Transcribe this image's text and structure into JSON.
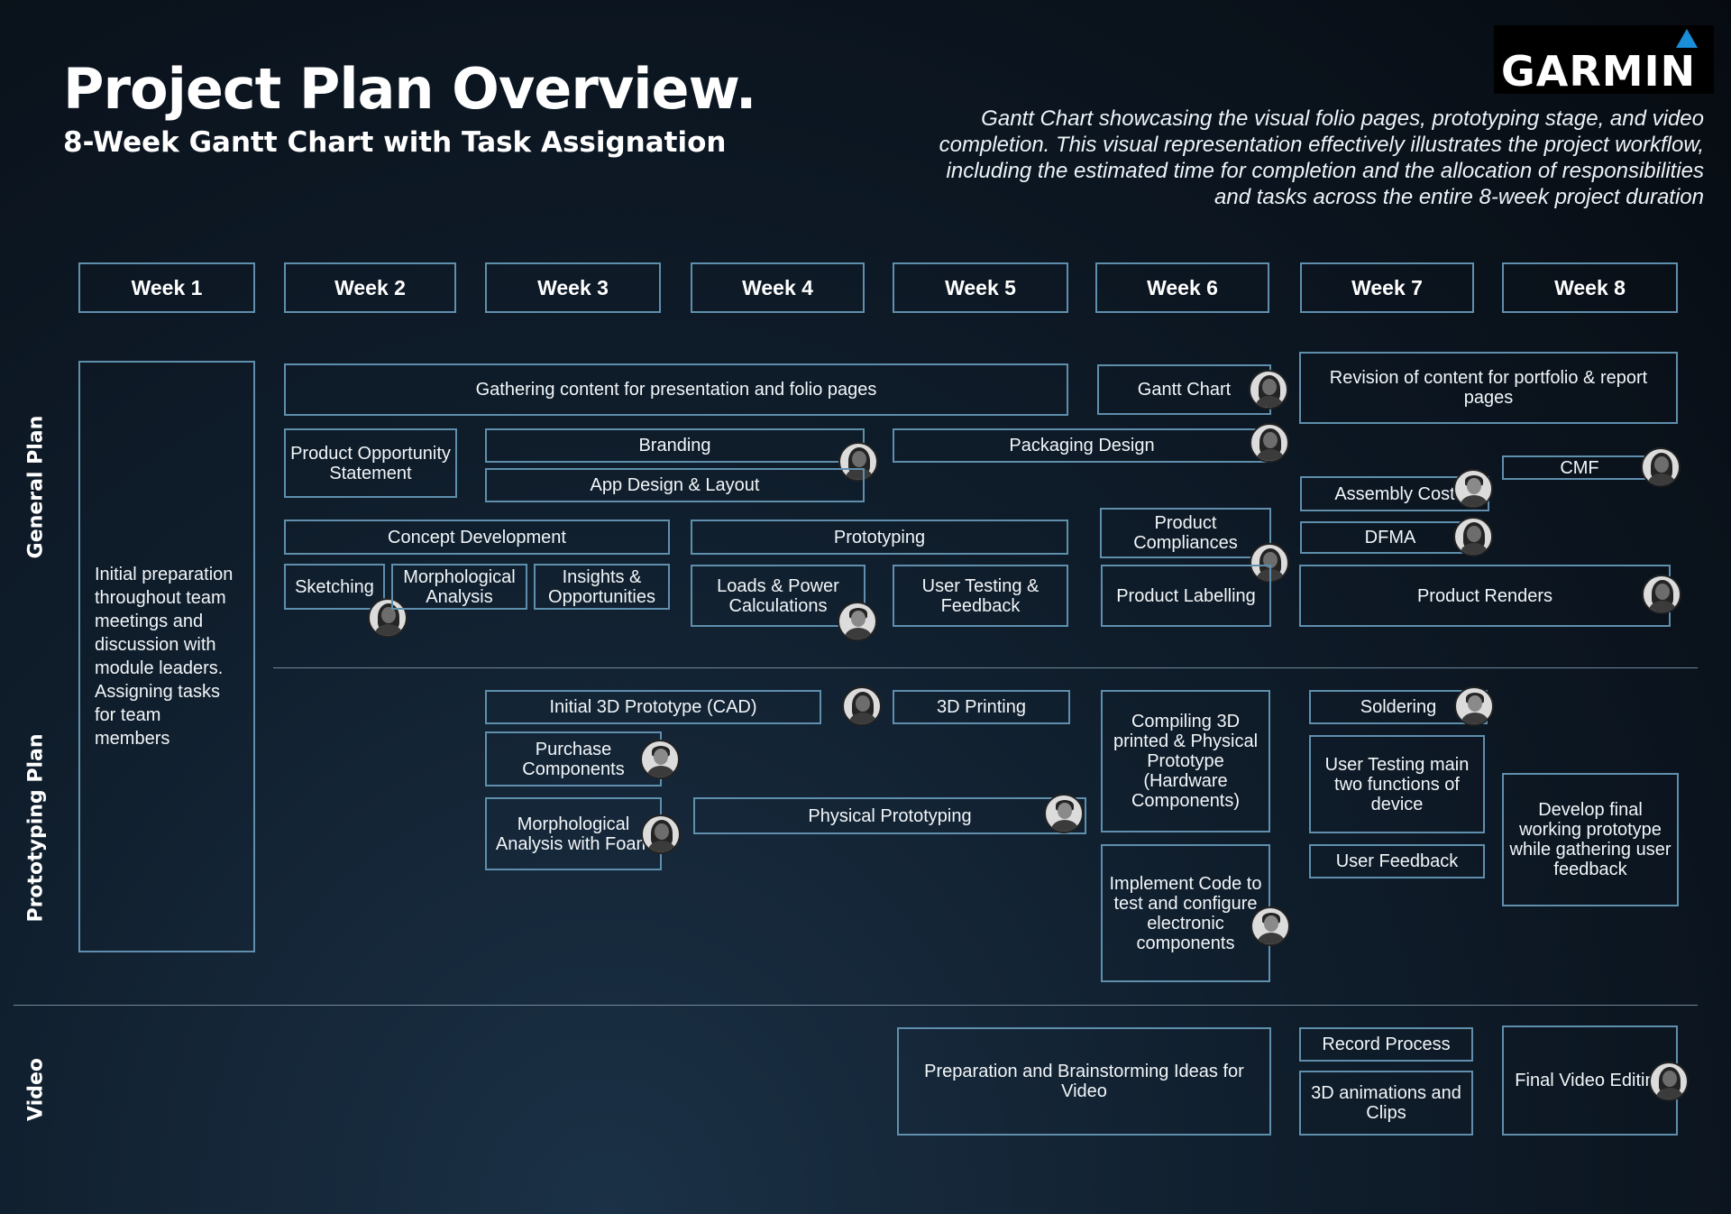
{
  "header": {
    "title": "Project Plan Overview.",
    "subtitle": "8-Week Gantt Chart with Task Assignation",
    "description_lines": [
      "Gantt Chart showcasing the visual folio pages, prototyping stage, and video",
      "completion. This visual representation effectively illustrates the project workflow,",
      "including the estimated time for completion and the allocation of responsibilities",
      "and tasks across the entire 8-week project duration"
    ],
    "logo_text": "GARMIN",
    "logo_accent_color": "#1a8fd9"
  },
  "weeks": [
    "Week 1",
    "Week 2",
    "Week 3",
    "Week 4",
    "Week 5",
    "Week 6",
    "Week 7",
    "Week 8"
  ],
  "sections": [
    "General Plan",
    "Prototyping Plan",
    "Video"
  ],
  "initial_note": "Initial preparation throughout team meetings and discussion with module leaders. Assigning tasks for team members",
  "tasks": [
    {
      "id": "gathering-content",
      "label": "Gathering content for presentation and folio pages"
    },
    {
      "id": "gantt-chart",
      "label": "Gantt Chart",
      "assignee": "female"
    },
    {
      "id": "revision-content",
      "label": "Revision of content for portfolio & report pages"
    },
    {
      "id": "product-opportunity",
      "label": "Product Opportunity Statement"
    },
    {
      "id": "branding",
      "label": "Branding",
      "assignee": "female"
    },
    {
      "id": "app-design",
      "label": "App Design & Layout"
    },
    {
      "id": "packaging-design",
      "label": "Packaging Design",
      "assignee": "female"
    },
    {
      "id": "cmf",
      "label": "CMF",
      "assignee": "female"
    },
    {
      "id": "assembly-cost",
      "label": "Assembly Cost",
      "assignee": "male"
    },
    {
      "id": "concept-development",
      "label": "Concept Development"
    },
    {
      "id": "prototyping",
      "label": "Prototyping"
    },
    {
      "id": "product-compliances",
      "label": "Product Compliances",
      "assignee": "female"
    },
    {
      "id": "dfma",
      "label": "DFMA",
      "assignee": "female"
    },
    {
      "id": "sketching",
      "label": "Sketching",
      "assignee": "female"
    },
    {
      "id": "morphological-analysis",
      "label": "Morphological Analysis"
    },
    {
      "id": "insights-opportunities",
      "label": "Insights & Opportunities"
    },
    {
      "id": "loads-power",
      "label": "Loads & Power Calculations",
      "assignee": "male"
    },
    {
      "id": "user-testing-feedback",
      "label": "User Testing & Feedback"
    },
    {
      "id": "product-labelling",
      "label": "Product Labelling"
    },
    {
      "id": "product-renders",
      "label": "Product Renders",
      "assignee": "female"
    },
    {
      "id": "initial-3d-prototype",
      "label": "Initial 3D Prototype (CAD)",
      "assignee": "female"
    },
    {
      "id": "3d-printing",
      "label": "3D Printing"
    },
    {
      "id": "compiling-3d",
      "label": "Compiling 3D printed & Physical Prototype (Hardware Components)"
    },
    {
      "id": "soldering",
      "label": "Soldering",
      "assignee": "male"
    },
    {
      "id": "purchase-components",
      "label": "Purchase Components",
      "assignee": "male"
    },
    {
      "id": "user-testing-main",
      "label": "User Testing main two functions of device"
    },
    {
      "id": "develop-final",
      "label": "Develop final working prototype while gathering user feedback"
    },
    {
      "id": "morph-foam",
      "label": "Morphological Analysis with Foam",
      "assignee": "female"
    },
    {
      "id": "physical-prototyping",
      "label": "Physical Prototyping",
      "assignee": "male"
    },
    {
      "id": "user-feedback",
      "label": "User Feedback"
    },
    {
      "id": "implement-code",
      "label": "Implement Code to test and configure electronic components",
      "assignee": "male"
    },
    {
      "id": "prep-brainstorm",
      "label": "Preparation and Brainstorming Ideas for Video"
    },
    {
      "id": "record-process",
      "label": "Record Process"
    },
    {
      "id": "3d-animations",
      "label": "3D animations and Clips"
    },
    {
      "id": "final-video",
      "label": "Final Video Editing",
      "assignee": "female"
    }
  ]
}
